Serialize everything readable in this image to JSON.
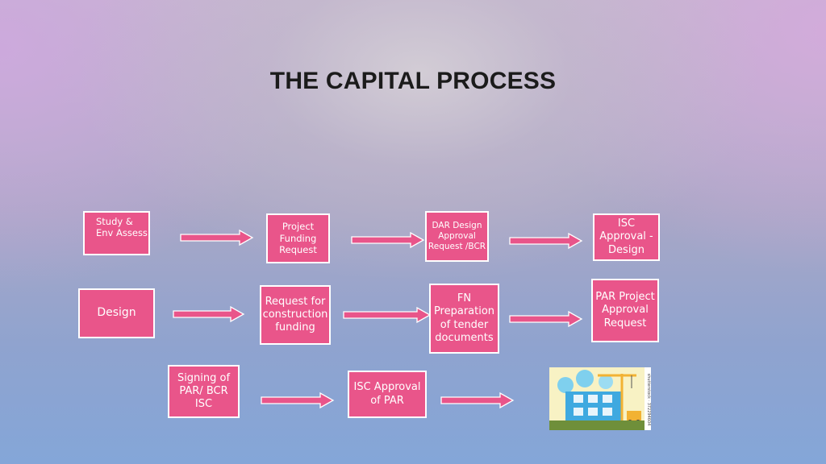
{
  "title": "THE CAPITAL PROCESS",
  "colors": {
    "box_fill": "#e9558a",
    "box_border": "#ffffff",
    "arrow": "#e9558a"
  },
  "boxes": {
    "study": "Study &\nEnv Assess",
    "project_funding": "Project\nFunding\nRequest",
    "dar_design": "DAR Design\nApproval\nRequest /BCR",
    "isc_design": "ISC\nApproval -\nDesign",
    "design": "Design",
    "construction_funding": "Request for\nconstruction\nfunding",
    "fn_prep": "FN\nPreparation\nof tender\ndocuments",
    "par_request": "PAR Project\nApproval\nRequest",
    "signing_par": "Signing of\nPAR/ BCR\nISC",
    "isc_par": "ISC Approval\nof PAR"
  },
  "illustration": {
    "icon": "construction-site-illustration",
    "watermark": "shutterstock · 372294604"
  }
}
